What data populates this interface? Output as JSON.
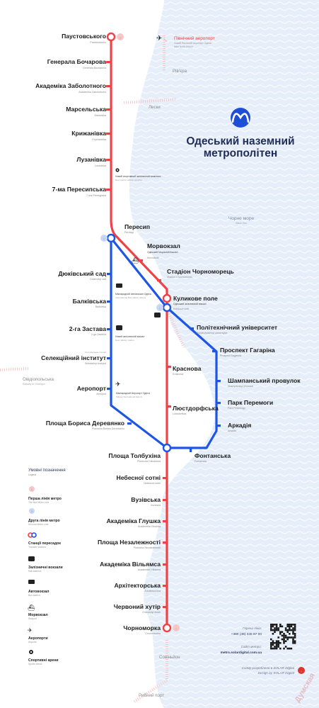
{
  "title": {
    "line1": "Одеський наземний",
    "line2": "метрополітен"
  },
  "colors": {
    "red_line": "#ef4246",
    "blue_line": "#1d55e6",
    "sea": "#e6eef9",
    "title": "#1f2c59",
    "pink_circle": "#f7c7c7",
    "light_blue_circle": "#c9d7f7"
  },
  "red_line_stations": [
    {
      "name": "Паустовського",
      "translit": "Paustovskoho"
    },
    {
      "name": "Генерала Бочарова",
      "translit": "Generala Bocharova"
    },
    {
      "name": "Академіка Заболотного",
      "translit": "Academika Zabolotnoho"
    },
    {
      "name": "Марсельська",
      "translit": "Marselska"
    },
    {
      "name": "Крижанівка",
      "translit": "Kryzhanivka"
    },
    {
      "name": "Лузанівка",
      "translit": "Luzanivka"
    },
    {
      "name": "7-ма Пересипська",
      "translit": "7-ma Peresypska"
    },
    {
      "name": "Пересип",
      "translit": "Peresyp"
    },
    {
      "name": "Морвокзал",
      "translit": "Morvokzal"
    },
    {
      "name": "Стадіон Чорноморець",
      "translit": "Stadion Chornomorets"
    },
    {
      "name": "Куликове поле",
      "translit": "Kulykove pole"
    },
    {
      "name": "Краснова",
      "translit": "Krasnova"
    },
    {
      "name": "Люстдорфська",
      "translit": "Liustdorfska"
    },
    {
      "name": "Площа Толбухіна",
      "translit": "Ploshcha Tolbukhina"
    },
    {
      "name": "Небесної сотні",
      "translit": "Nebesnoi sotni"
    },
    {
      "name": "Вузівська",
      "translit": "Vuzivska"
    },
    {
      "name": "Академіка Глушка",
      "translit": "Academika Glushka"
    },
    {
      "name": "Площа Незалежності",
      "translit": "Ploshcha Nezalezhnosti"
    },
    {
      "name": "Академіка Вільямса",
      "translit": "Academika Viliamsa"
    },
    {
      "name": "Архітекторська",
      "translit": "Arkhitektorska"
    },
    {
      "name": "Червоний хутір",
      "translit": "Chervonyi khutir"
    },
    {
      "name": "Чорноморка",
      "translit": "Chornomorka"
    }
  ],
  "blue_line_stations": [
    {
      "name": "Дюківський сад",
      "translit": "Diukivskyi sad"
    },
    {
      "name": "Балківська",
      "translit": "Balkivska"
    },
    {
      "name": "2-га Застава",
      "translit": "2-ga Zastava"
    },
    {
      "name": "Селекційний інститут",
      "translit": "Selektsiinyi instytut"
    },
    {
      "name": "Аеропорт",
      "translit": "Aeroport"
    },
    {
      "name": "Площа Бориса Деревянко",
      "translit": "Ploshcha Borysa Derevianko"
    },
    {
      "name": "Політехнічний університет",
      "translit": "Polytechnichnyi universytet"
    },
    {
      "name": "Проспект Гагаріна",
      "translit": "Prospect Gagarina"
    },
    {
      "name": "Шампанський провулок",
      "translit": "Shampanskyi provulok"
    },
    {
      "name": "Парк Перемоги",
      "translit": "Park Peremogy"
    },
    {
      "name": "Аркадія",
      "translit": "Arkadia"
    },
    {
      "name": "Фонтанська",
      "translit": "Fontanska"
    }
  ],
  "line_badges": {
    "red": "1",
    "blue": "2"
  },
  "facilities": {
    "sports": {
      "ua": "Новий спортивний залізничний комплекс",
      "en": "New sports railway complex"
    },
    "seaport": {
      "ua": "Одеський Морський Вокзал",
      "en": "Port of Odesa Seaport"
    },
    "bus": {
      "ua": "Міжнародний Автовокзал Одеса",
      "en": "International Bus station Odesa"
    },
    "rail_main": {
      "ua": "Одеський залізничний вокзал",
      "en": "Odesa Railway Station"
    },
    "rail_new": {
      "ua": "Новий залізничний вокзал",
      "en": "New railway station"
    },
    "airport_intl": {
      "ua": "Міжнародний Аеропорт Одеса",
      "en": "Odesa International Airport"
    },
    "airport_north": {
      "ua": "Північний аеропорт",
      "sub1": "Новий Північний Аеропорт Одеса",
      "sub2": "New North Airport"
    },
    "junction": {
      "ua": "Сортувальна станція",
      "en": "Sorting station"
    }
  },
  "geo_labels": {
    "rivyera": "Рів'єра",
    "lesky": "Лески",
    "sea_ua": "Чорне море",
    "sea_en": "Black Sea",
    "ovidiopolska_ua": "Овідіопольська",
    "ovidiopolska_en": "Railway to Ovidiopol",
    "savinion": "Совіньйон",
    "rybnyi_port": "Рибний порт"
  },
  "legend": {
    "header": "Умовні позначення",
    "header_en": "Legend",
    "items": [
      {
        "label": "Перша лінія метро",
        "sub": "The first Metro Line"
      },
      {
        "label": "Друга лінія метро",
        "sub": "Second Metro Line"
      },
      {
        "label": "Станції пересадок",
        "sub": "Transfer stations"
      },
      {
        "label": "Залізничні вокзали",
        "sub": "Rail stations"
      },
      {
        "label": "Автовокзал",
        "sub": "Bus station"
      },
      {
        "label": "Морвокзал",
        "sub": "Seaport"
      },
      {
        "label": "Аеропорти",
        "sub": "Airports"
      },
      {
        "label": "Спортивні арени",
        "sub": "Sports arena"
      }
    ]
  },
  "contacts": {
    "help_label": "Гаряча лінія:",
    "phone": "+380 (48) 345 67 00",
    "site_label": "Сайт метро:",
    "site": "metro.solardigital.com.ua",
    "credit_ua": "Схему розроблено в SOLAR Digital",
    "credit_en": "Design by SOLAR Digital"
  },
  "watermark": "Думская"
}
